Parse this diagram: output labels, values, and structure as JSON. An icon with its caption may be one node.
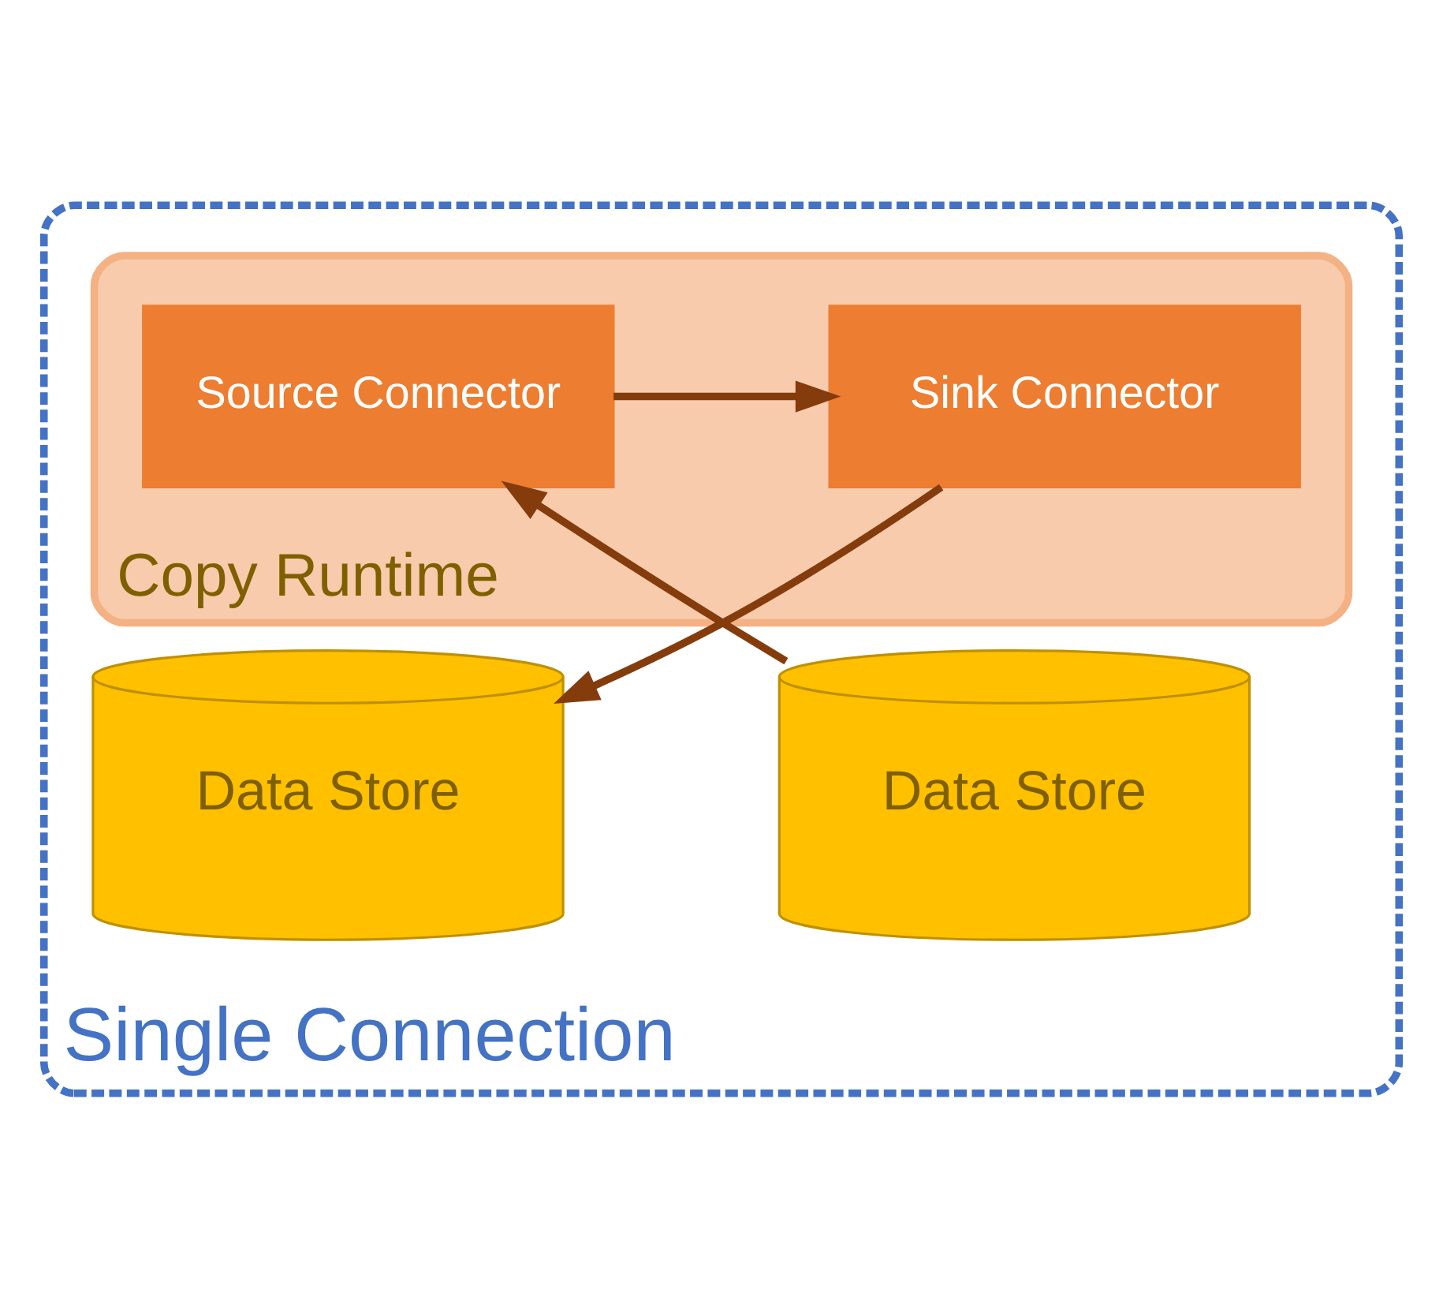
{
  "diagram": {
    "nodes": [
      {
        "text": [
          "Single Connection"
        ]
      },
      {
        "text": [
          "Copy Runtime"
        ],
        "in": 0
      },
      {
        "text": [
          "Source Connector"
        ],
        "in": 1
      },
      {
        "text": [
          "Sink Connector"
        ],
        "in": 1
      },
      {
        "text": [
          "Data Store"
        ],
        "in": 0
      },
      {
        "text": [
          "Data Store"
        ],
        "in": 0
      }
    ],
    "edges": [
      {
        "from": 2,
        "to": 3,
        "arrow": "to"
      },
      {
        "from": 4,
        "to": 2,
        "arrow": "to"
      },
      {
        "from": 3,
        "to": 5,
        "arrow": "to"
      }
    ]
  }
}
